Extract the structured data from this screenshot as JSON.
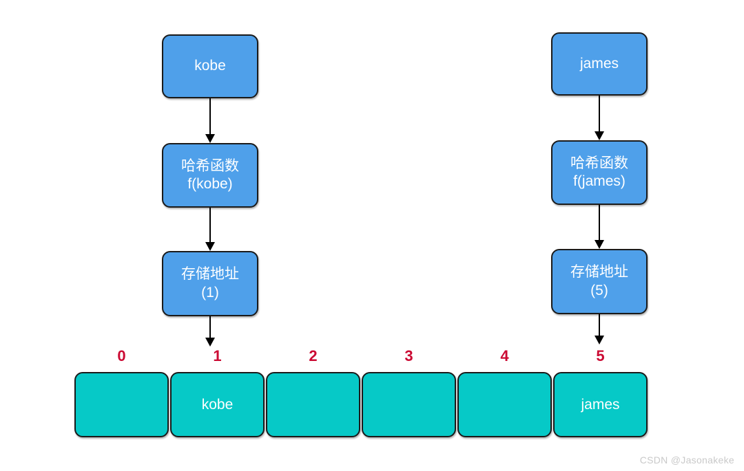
{
  "diagram": {
    "title": "hash-table-mapping-diagram",
    "colors": {
      "node_fill": "#4fa0ea",
      "bucket_fill": "#06c9c7",
      "node_stroke": "#1a1a1a",
      "index_text": "#cb0a33",
      "node_text": "#ffffff",
      "background": "#ffffff",
      "watermark_text": "#c9c9c9"
    },
    "flows": [
      {
        "id": "kobe",
        "key_box": {
          "label": "kobe"
        },
        "hash_box": {
          "line1": "哈希函数",
          "line2": "f(kobe)"
        },
        "address_box": {
          "line1": "存储地址",
          "line2": "(1)"
        },
        "target_index": 1
      },
      {
        "id": "james",
        "key_box": {
          "label": "james"
        },
        "hash_box": {
          "line1": "哈希函数",
          "line2": "f(james)"
        },
        "address_box": {
          "line1": "存储地址",
          "line2": "(5)"
        },
        "target_index": 5
      }
    ],
    "array": {
      "indices": [
        "0",
        "1",
        "2",
        "3",
        "4",
        "5"
      ],
      "cells": [
        "",
        "kobe",
        "",
        "",
        "",
        "james"
      ]
    },
    "watermark": "CSDN @Jasonakeke"
  }
}
